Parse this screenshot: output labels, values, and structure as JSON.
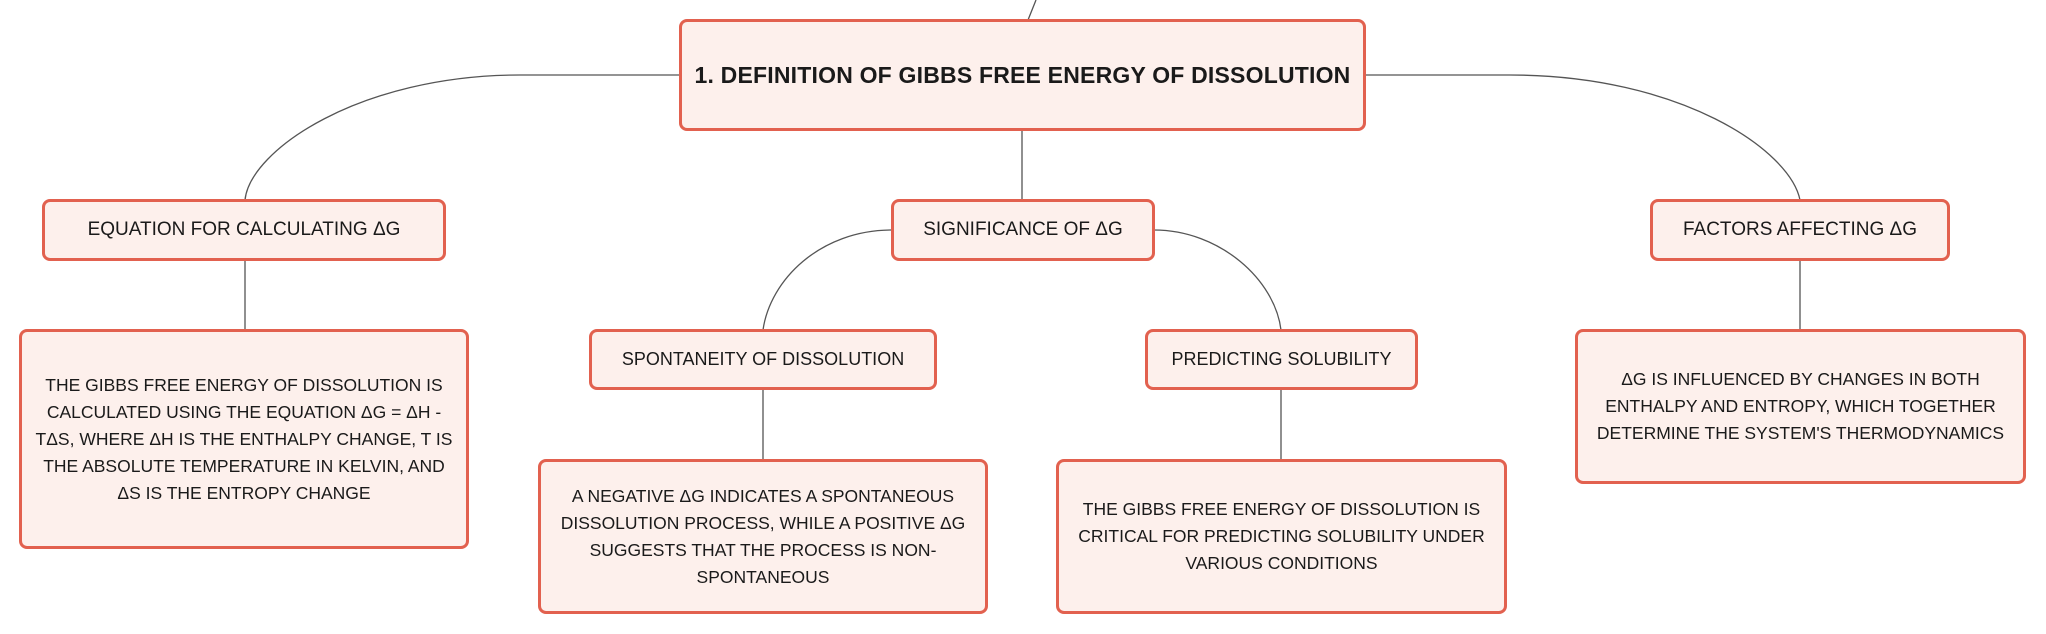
{
  "colors": {
    "node_fill": "#fdf0ec",
    "node_border": "#e2614f",
    "connector": "#555555"
  },
  "central": {
    "label": "1. DEFINITION OF GIBBS FREE ENERGY OF DISSOLUTION"
  },
  "topics": {
    "equation": {
      "label": "EQUATION FOR CALCULATING ΔG",
      "detail": "THE GIBBS FREE ENERGY OF DISSOLUTION IS CALCULATED USING THE EQUATION ΔG = ΔH - TΔS, WHERE ΔH IS THE ENTHALPY CHANGE, T IS THE ABSOLUTE TEMPERATURE IN KELVIN, AND ΔS IS THE ENTROPY CHANGE"
    },
    "significance": {
      "label": "SIGNIFICANCE OF ΔG",
      "spontaneity": {
        "label": "SPONTANEITY OF DISSOLUTION",
        "detail": "A NEGATIVE ΔG INDICATES A SPONTANEOUS DISSOLUTION PROCESS, WHILE A POSITIVE ΔG SUGGESTS THAT THE PROCESS IS NON-SPONTANEOUS"
      },
      "solubility": {
        "label": "PREDICTING SOLUBILITY",
        "detail": "THE GIBBS FREE ENERGY OF DISSOLUTION IS CRITICAL FOR PREDICTING SOLUBILITY UNDER VARIOUS CONDITIONS"
      }
    },
    "factors": {
      "label": "FACTORS AFFECTING ΔG",
      "detail": "ΔG IS INFLUENCED BY CHANGES IN BOTH ENTHALPY AND ENTROPY, WHICH TOGETHER DETERMINE THE SYSTEM'S THERMODYNAMICS"
    }
  }
}
